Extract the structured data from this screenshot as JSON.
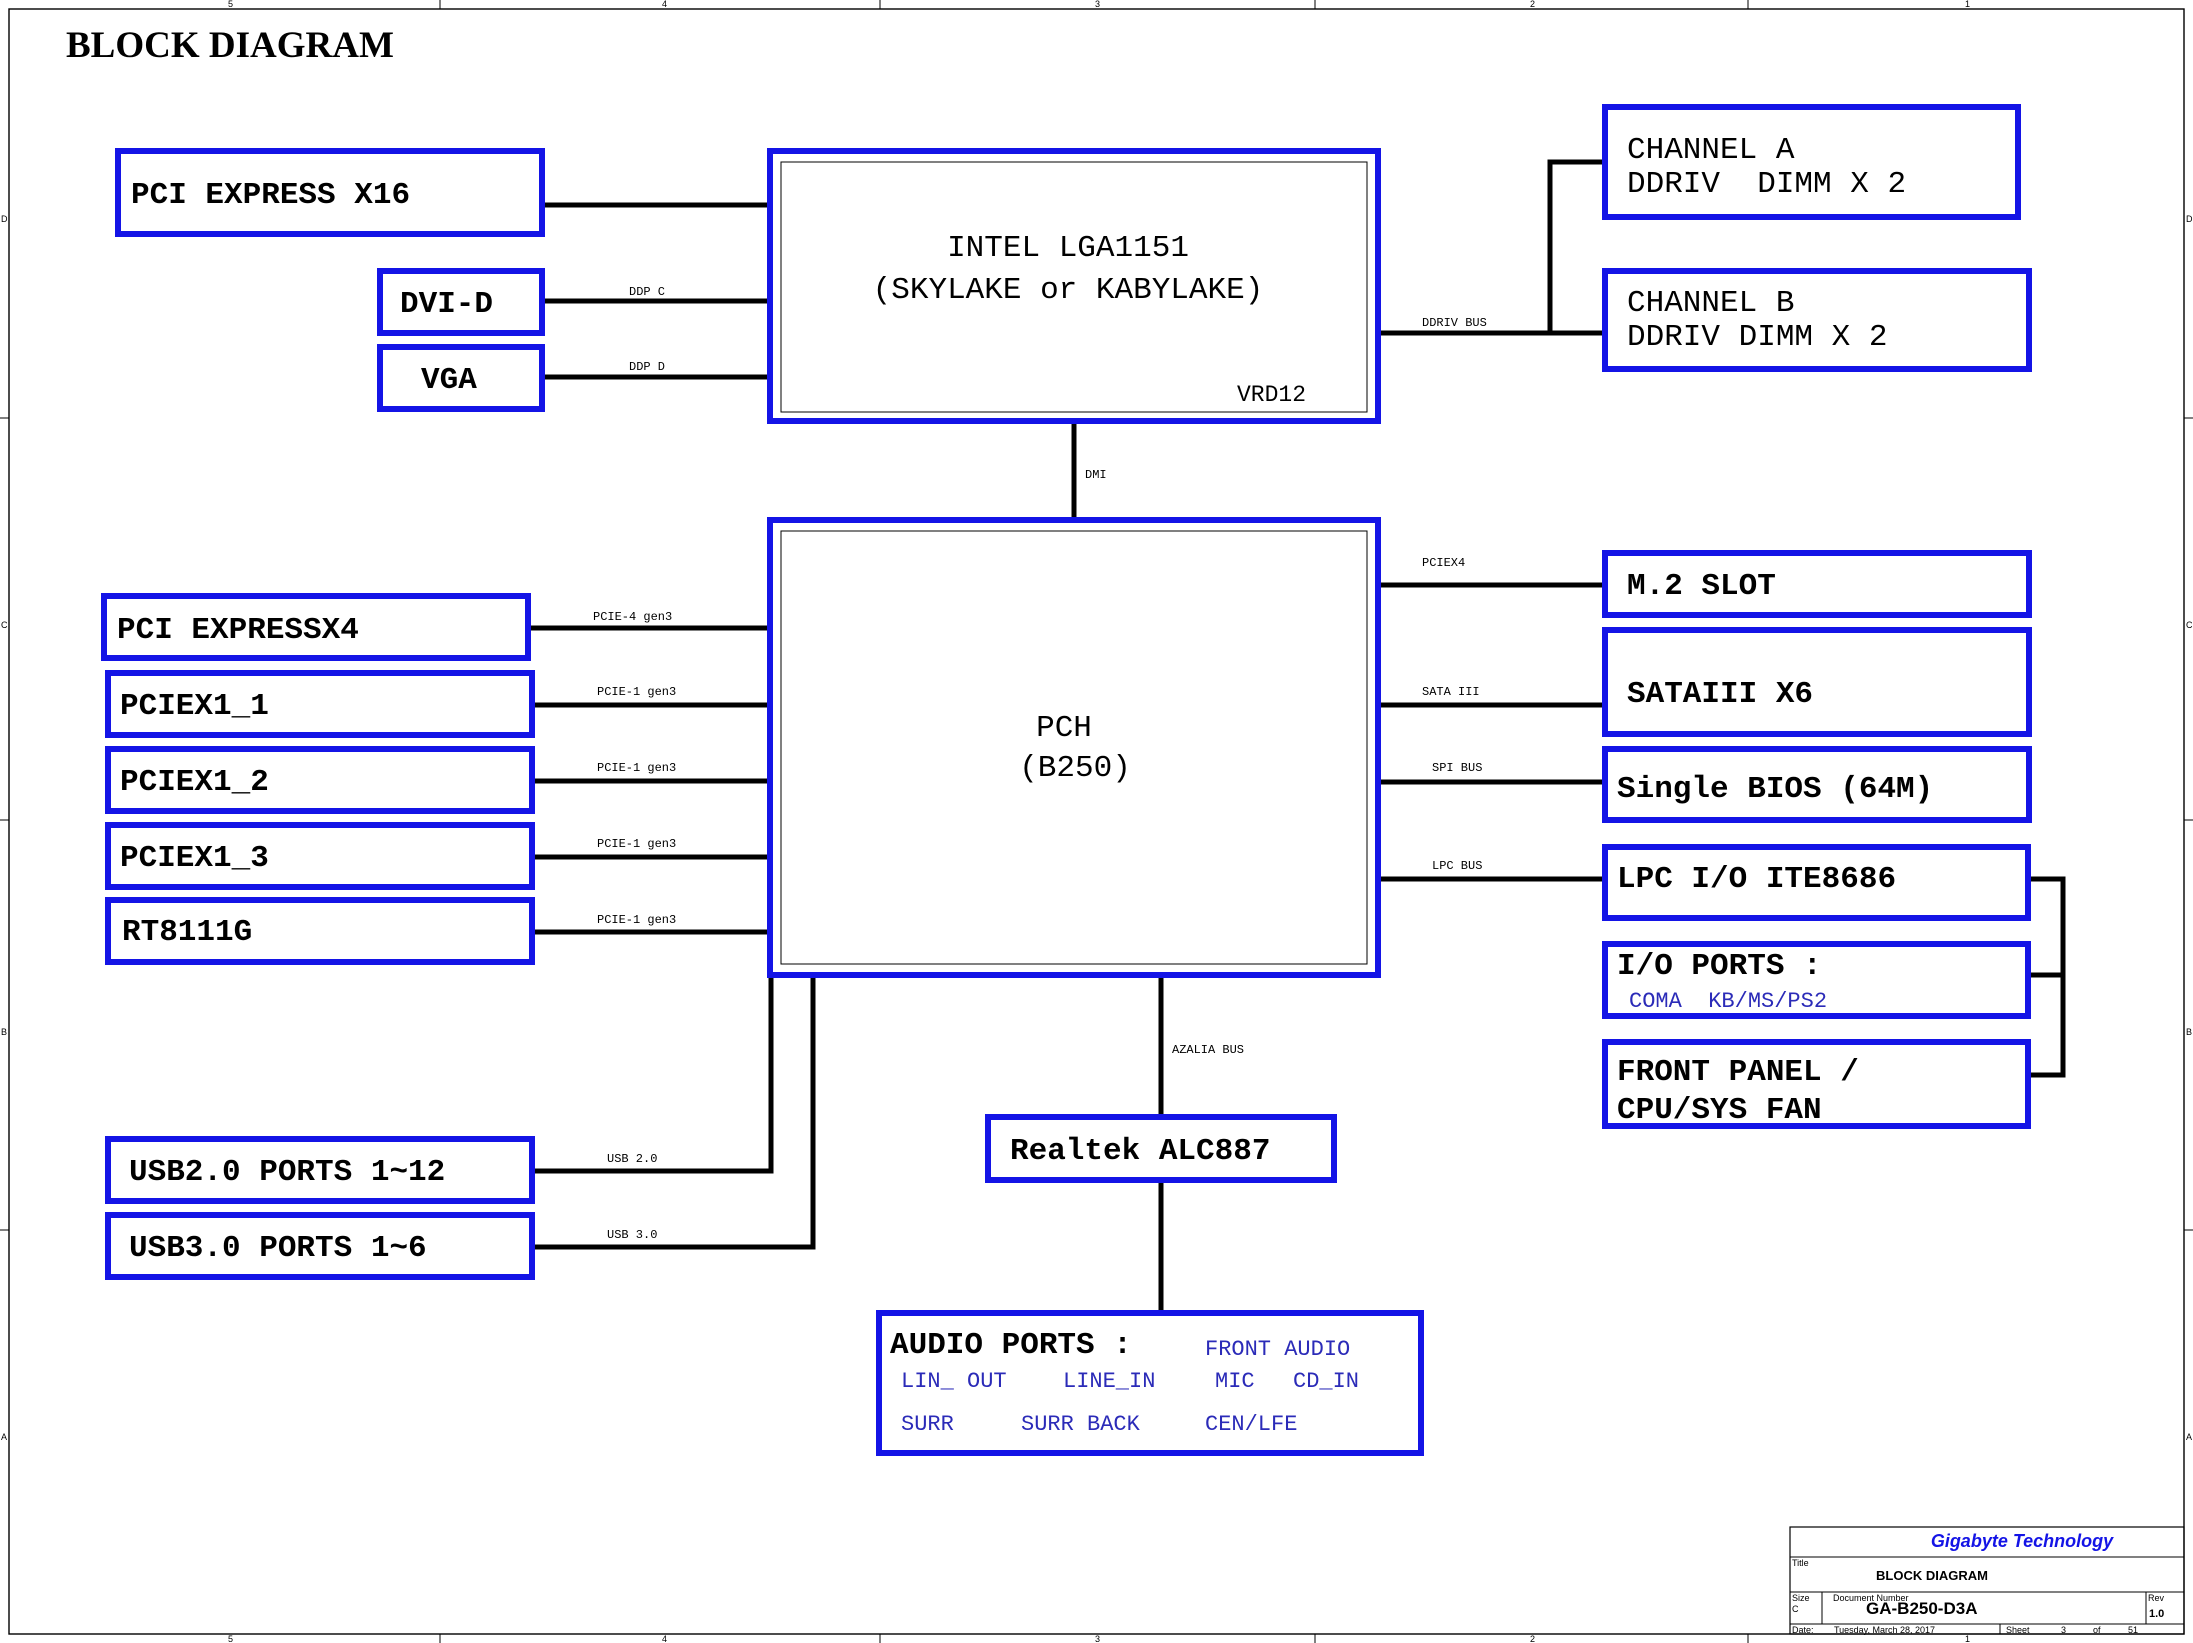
{
  "title": "BLOCK DIAGRAM",
  "blocks": {
    "pci_x16": "PCI EXPRESS X16",
    "dvi_d": "DVI-D",
    "vga": "VGA",
    "cpu_line1": "INTEL LGA1151",
    "cpu_line2": "(SKYLAKE or KABYLAKE)",
    "vrd": "VRD12",
    "channel_a_line1": "CHANNEL A",
    "channel_a_line2": "DDRIV  DIMM X 2",
    "channel_b_line1": "CHANNEL B",
    "channel_b_line2": "DDRIV DIMM X 2",
    "pch_line1": "PCH",
    "pch_line2": "(B250)",
    "pci_x4": "PCI EXPRESSX4",
    "pciex1_1": "PCIEX1_1",
    "pciex1_2": "PCIEX1_2",
    "pciex1_3": "PCIEX1_3",
    "rt8111g": "RT8111G",
    "usb2": "USB2.0 PORTS 1~12",
    "usb3": "USB3.0 PORTS 1~6",
    "m2": "M.2 SLOT",
    "sata": "SATAIII X6",
    "bios": "Single BIOS (64M)",
    "lpc": "LPC I/O ITE8686",
    "io_ports": "I/O PORTS :",
    "io_ports_sub": "COMA  KB/MS/PS2",
    "front_panel_line1": "FRONT PANEL /",
    "front_panel_line2": "CPU/SYS FAN",
    "realtek": "Realtek ALC887",
    "audio_ports": "AUDIO PORTS :",
    "audio_front": "FRONT AUDIO",
    "audio_lin_out": "LIN_ OUT",
    "audio_line_in": "LINE_IN",
    "audio_mic": "MIC",
    "audio_cd_in": "CD_IN",
    "audio_surr": "SURR",
    "audio_surr_back": "SURR BACK",
    "audio_cen_lfe": "CEN/LFE"
  },
  "buses": {
    "ddp_c": "DDP C",
    "ddp_d": "DDP D",
    "ddriv_bus": "DDRIV BUS",
    "dmi": "DMI",
    "pciex4": "PCIEX4",
    "pcie4_gen3": "PCIE-4 gen3",
    "pcie1_gen3": "PCIE-1 gen3",
    "sata3": "SATA III",
    "spi_bus": "SPI BUS",
    "lpc_bus": "LPC BUS",
    "azalia_bus": "AZALIA BUS",
    "usb20": "USB 2.0",
    "usb30": "USB 3.0"
  },
  "title_block": {
    "company": "Gigabyte Technology",
    "title_label": "Title",
    "title_value": "BLOCK DIAGRAM",
    "size_label": "Size",
    "size_value": "C",
    "doc_label": "Document Number",
    "doc_value": "GA-B250-D3A",
    "rev_label": "Rev",
    "rev_value": "1.0",
    "date_label": "Date:",
    "date_value": "Tuesday, March 28, 2017",
    "sheet_label": "Sheet",
    "sheet_value": "3",
    "of_label": "of",
    "of_value": "51"
  },
  "zones": {
    "cols": [
      "5",
      "4",
      "3",
      "2",
      "1"
    ],
    "rows": [
      "D",
      "C",
      "B",
      "A"
    ]
  },
  "colors": {
    "block_border": "#1414e6",
    "blue_text": "#2b2bb8",
    "wire": "#000000"
  }
}
